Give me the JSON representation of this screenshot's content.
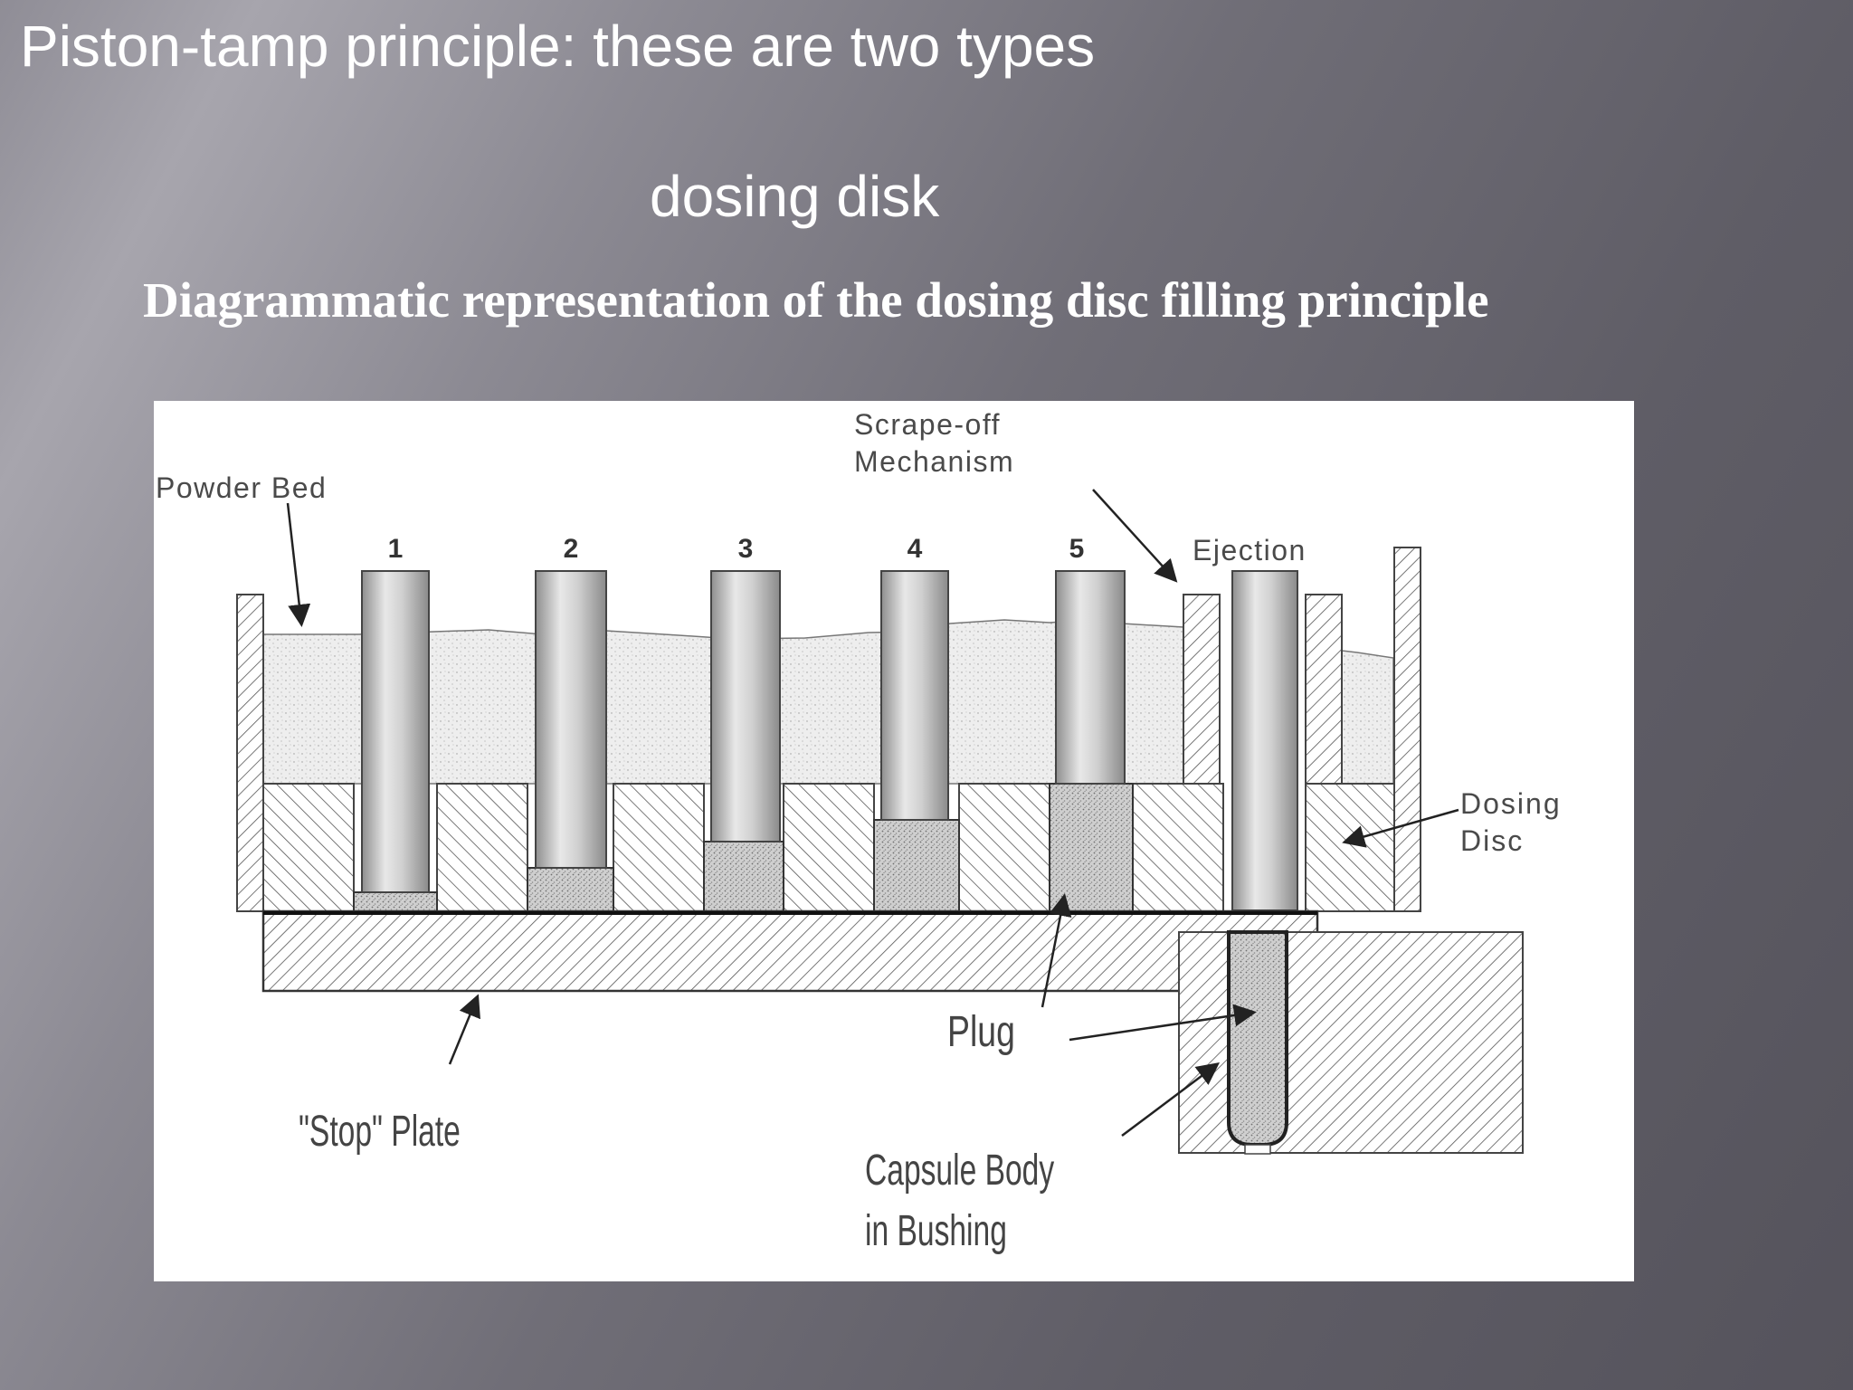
{
  "slide": {
    "title": "Piston-tamp principle: these are two types",
    "subtitle": "dosing disk",
    "caption": "Diagrammatic representation of the dosing disc filling principle"
  },
  "diagram": {
    "labels": {
      "powder_bed": "Powder Bed",
      "scrape_off_line1": "Scrape-off",
      "scrape_off_line2": "Mechanism",
      "ejection": "Ejection",
      "dosing_line1": "Dosing",
      "dosing_line2": "Disc",
      "plug": "Plug",
      "stop_plate": "\"Stop\" Plate",
      "capsule_line1": "Capsule Body",
      "capsule_line2": "in Bushing"
    },
    "stations": [
      "1",
      "2",
      "3",
      "4",
      "5"
    ]
  }
}
